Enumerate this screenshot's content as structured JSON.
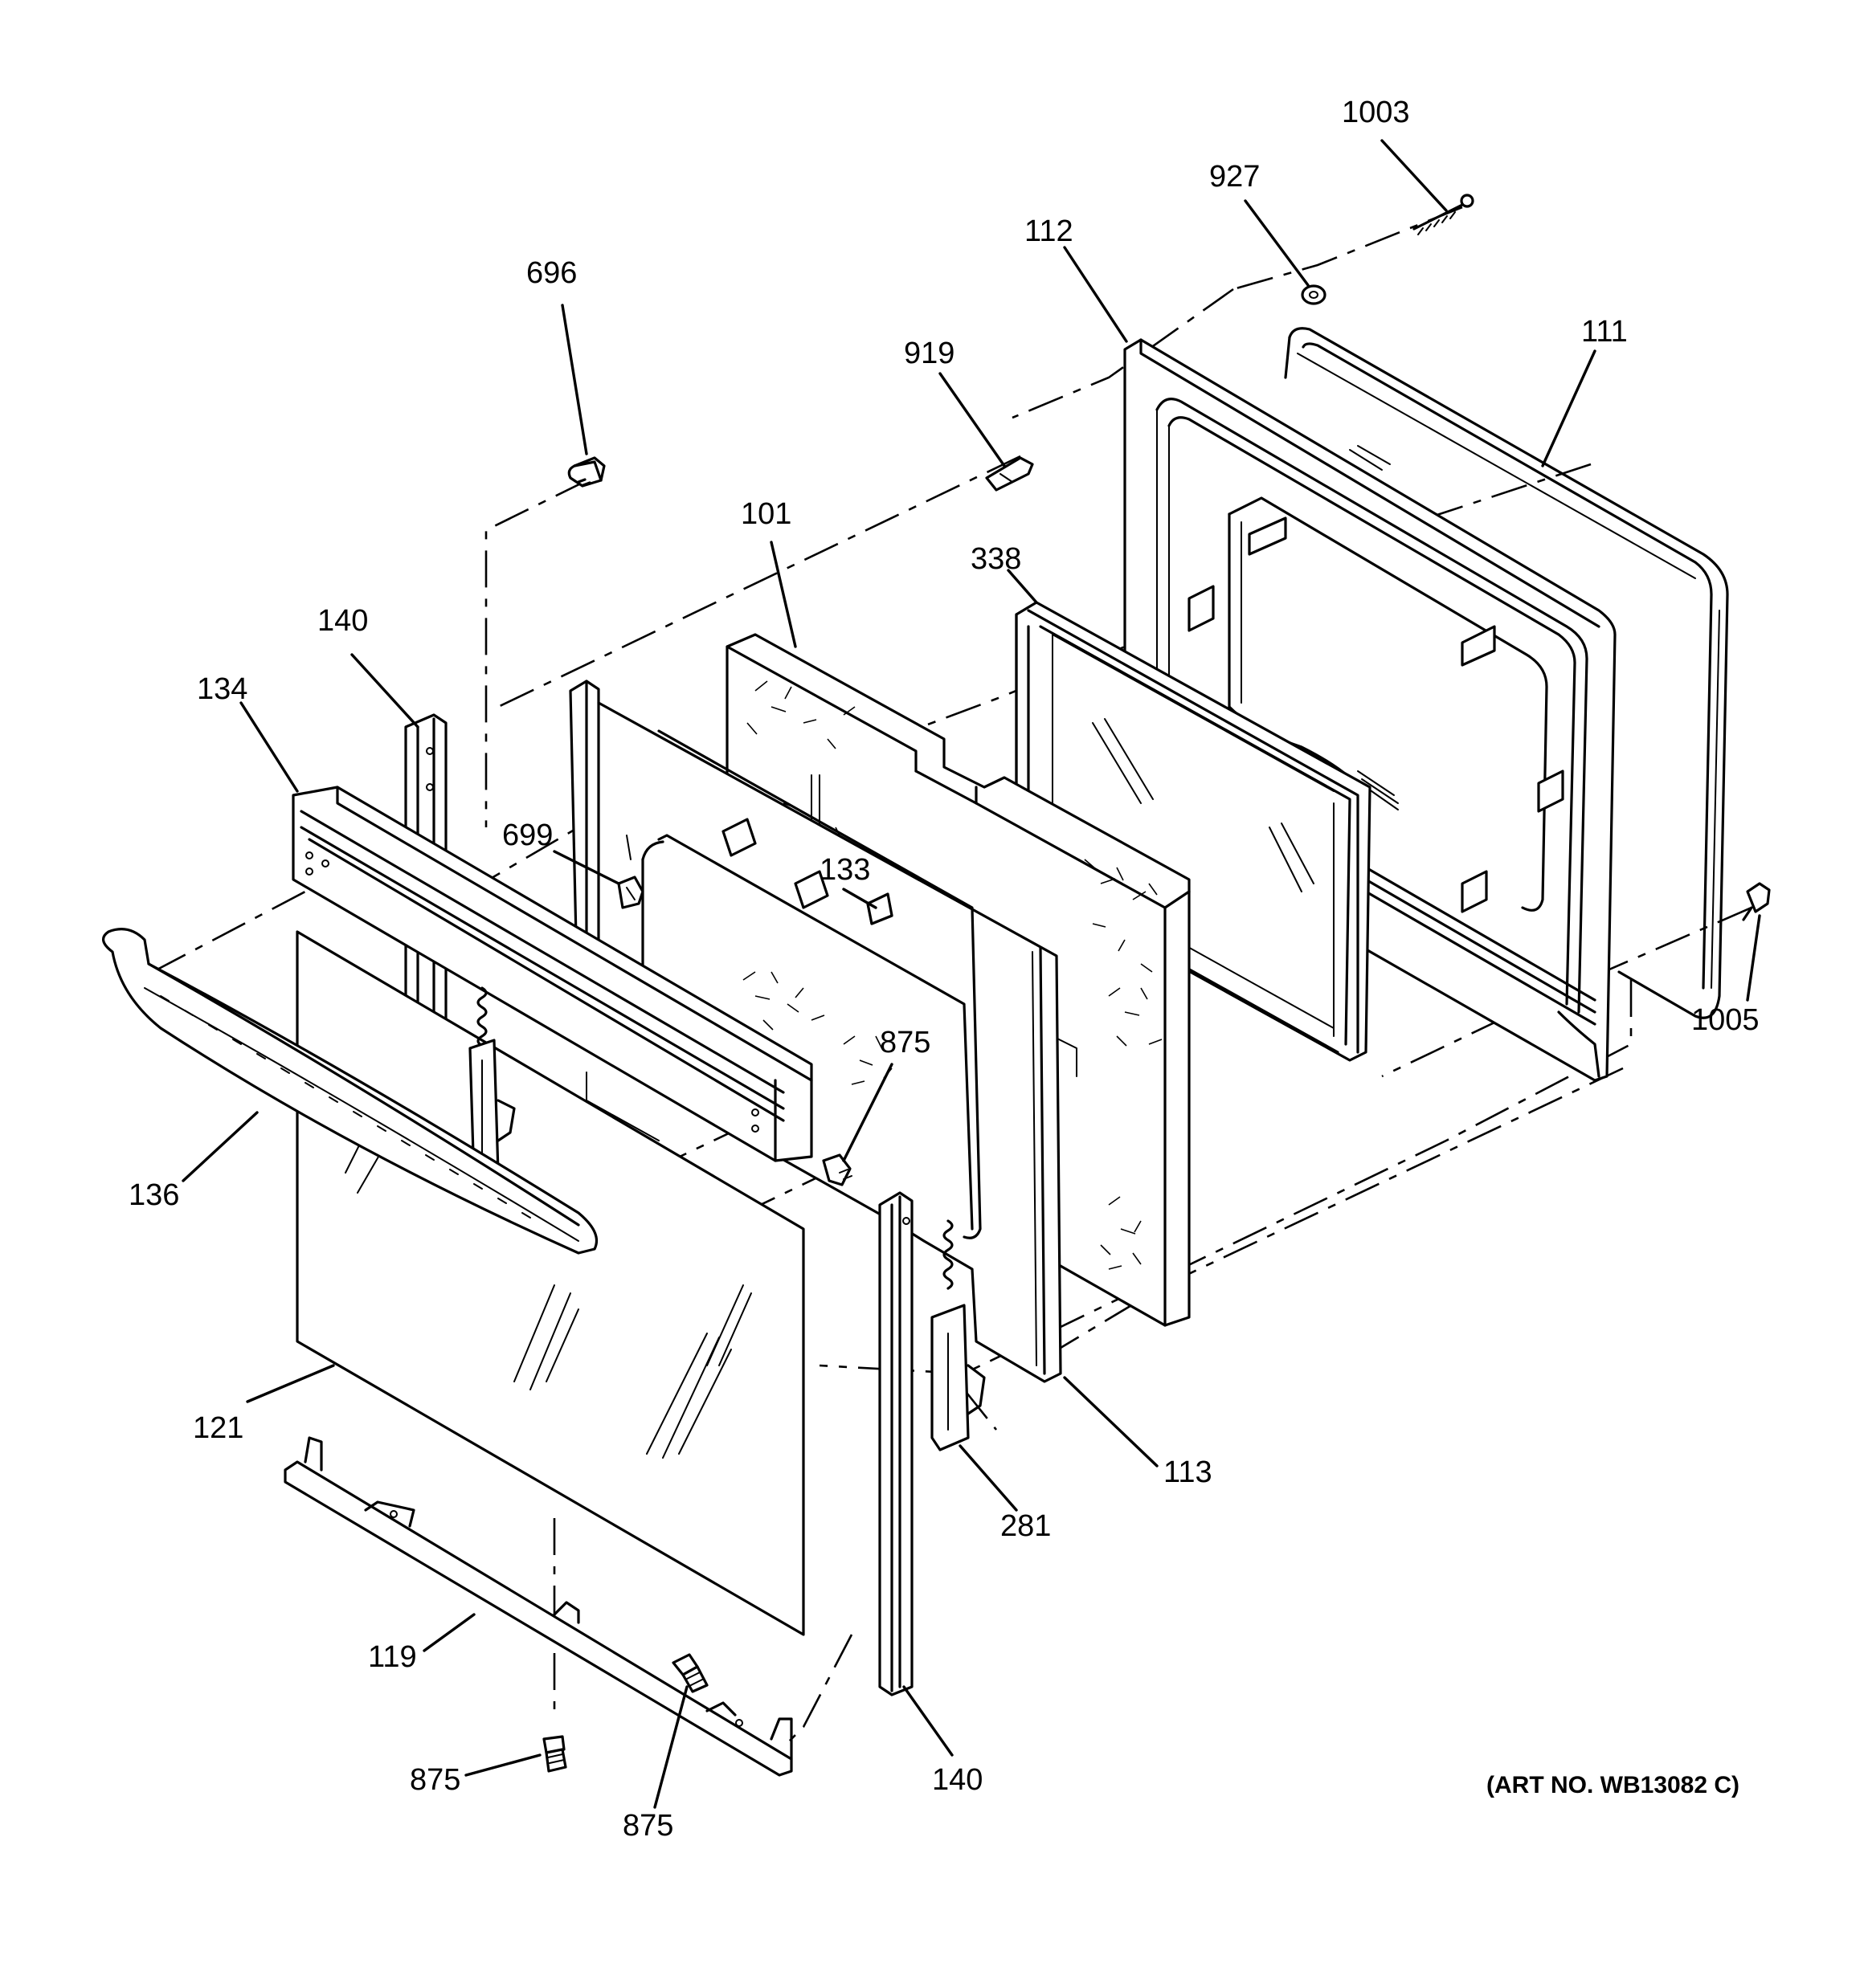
{
  "diagram": {
    "title": "",
    "art_number": "(ART NO. WB13082 C)",
    "callouts": {
      "c1003": "1003",
      "c927": "927",
      "c112": "112",
      "c111": "111",
      "c696": "696",
      "c919": "919",
      "c101": "101",
      "c338": "338",
      "c140_top": "140",
      "c134": "134",
      "c699": "699",
      "c133": "133",
      "c1005": "1005",
      "c875_mid": "875",
      "c136": "136",
      "c121": "121",
      "c113": "113",
      "c281": "281",
      "c119": "119",
      "c875_left": "875",
      "c875_bottom": "875",
      "c140_bottom": "140"
    }
  }
}
